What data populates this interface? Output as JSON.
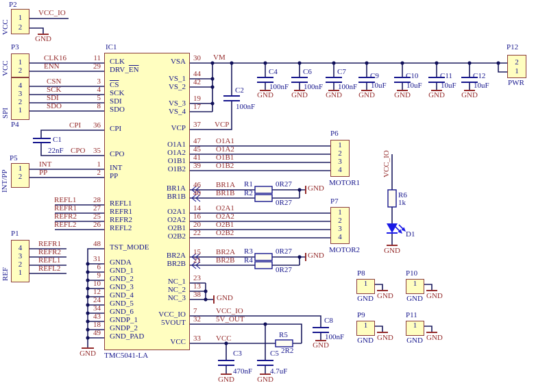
{
  "ic": {
    "designator": "IC1",
    "part": "TMC5041-LA",
    "left": [
      {
        "name": "CLK",
        "num": "11",
        "net": "CLK16"
      },
      {
        "name_pre": "DRV_",
        "name_bar": "EN",
        "num": "29",
        "net": "ENN"
      },
      {
        "name": "CS",
        "num": "3",
        "net": "CSN"
      },
      {
        "name": "SCK",
        "num": "4",
        "net": "SCK"
      },
      {
        "name": "SDI",
        "num": "5",
        "net": "SDI"
      },
      {
        "name": "SDO",
        "num": "8",
        "net": "SDO"
      },
      {
        "name": "CPI",
        "num": "36",
        "net": "CPI"
      },
      {
        "name": "CPO",
        "num": "35",
        "net": "CPO"
      },
      {
        "name": "INT",
        "num": "1",
        "net": "INT"
      },
      {
        "name": "PP",
        "num": "2",
        "net": "PP"
      },
      {
        "name": "REFL1",
        "num": "28",
        "net": "REFL1"
      },
      {
        "name": "REFR1",
        "num": "27",
        "net": "REFR1"
      },
      {
        "name": "REFR2",
        "num": "25",
        "net": "REFR2"
      },
      {
        "name": "REFL2",
        "num": "26",
        "net": "REFL2"
      },
      {
        "name": "TST_MODE",
        "num": "48"
      },
      {
        "name": "GNDA",
        "num": "31"
      },
      {
        "name": "GND_1",
        "num": "6"
      },
      {
        "name": "GND_2",
        "num": "9"
      },
      {
        "name": "GND_3",
        "num": "10"
      },
      {
        "name": "GND_4",
        "num": "12"
      },
      {
        "name": "GND_5",
        "num": "24"
      },
      {
        "name": "GND_6",
        "num": "34"
      },
      {
        "name": "GNDP_1",
        "num": "43"
      },
      {
        "name": "GNDP_2",
        "num": "18"
      },
      {
        "name": "GND_PAD",
        "num": "49"
      }
    ],
    "right": [
      {
        "name": "VSA",
        "num": "30",
        "net": "VM"
      },
      {
        "name": "VS_1",
        "num": "44"
      },
      {
        "name": "VS_2",
        "num": "42"
      },
      {
        "name": "VS_3",
        "num": "19"
      },
      {
        "name": "VS_4",
        "num": "17"
      },
      {
        "name": "VCP",
        "num": "37",
        "net": "VCP"
      },
      {
        "name": "O1A1",
        "num": "47",
        "net": "O1A1"
      },
      {
        "name": "O1A2",
        "num": "45",
        "net": "O1A2"
      },
      {
        "name": "O1B1",
        "num": "41",
        "net": "O1B1"
      },
      {
        "name": "O1B2",
        "num": "39",
        "net": "O1B2"
      },
      {
        "name": "BR1A",
        "num": "46",
        "net": "BR1A"
      },
      {
        "name": "BR1B",
        "num": "40",
        "net": "BR1B"
      },
      {
        "name": "O2A1",
        "num": "14",
        "net": "O2A1"
      },
      {
        "name": "O2A2",
        "num": "16",
        "net": "O2A2"
      },
      {
        "name": "O2B1",
        "num": "20",
        "net": "O2B1"
      },
      {
        "name": "O2B2",
        "num": "22",
        "net": "O2B2"
      },
      {
        "name": "BR2A",
        "num": "15",
        "net": "BR2A"
      },
      {
        "name": "BR2B",
        "num": "21",
        "net": "BR2B"
      },
      {
        "name": "NC_1",
        "num": "23"
      },
      {
        "name": "NC_2",
        "num": "13"
      },
      {
        "name": "NC_3",
        "num": "38"
      },
      {
        "name": "VCC_IO",
        "num": "7",
        "net": "VCC_IO"
      },
      {
        "name": "5VOUT",
        "num": "32",
        "net": "5V_OUT"
      },
      {
        "name": "VCC",
        "num": "33",
        "net": "VCC"
      }
    ]
  },
  "connectors": {
    "p1": {
      "label": "P1",
      "group": "REF",
      "pins": [
        "4",
        "3",
        "2",
        "1"
      ],
      "nets": [
        "REFR1",
        "REFR2",
        "REFL1",
        "REFL2"
      ]
    },
    "p2": {
      "label": "P2",
      "group": "VCC",
      "pins": [
        "1",
        "2"
      ]
    },
    "p3": {
      "label": "P3",
      "group": "VCC",
      "pins": [
        "1",
        "2"
      ]
    },
    "p4": {
      "label": "P4",
      "group": "SPI",
      "pins": [
        "4",
        "3",
        "2",
        "1"
      ]
    },
    "p5": {
      "label": "P5",
      "group": "INT/PP",
      "pins": [
        "1",
        "2"
      ]
    },
    "p6": {
      "label": "P6",
      "name": "MOTOR1",
      "pins": [
        "1",
        "2",
        "3",
        "4"
      ]
    },
    "p7": {
      "label": "P7",
      "name": "MOTOR2",
      "pins": [
        "1",
        "2",
        "3",
        "4"
      ]
    },
    "p8": {
      "label": "P8",
      "pins": [
        "1"
      ]
    },
    "p9": {
      "label": "P9",
      "pins": [
        "1"
      ]
    },
    "p10": {
      "label": "P10",
      "pins": [
        "1"
      ]
    },
    "p11": {
      "label": "P11",
      "pins": [
        "1"
      ]
    },
    "p12": {
      "label": "P12",
      "name": "PWR",
      "pins": [
        "2",
        "1"
      ]
    }
  },
  "components": {
    "c1": {
      "ref": "C1",
      "value": "22nF"
    },
    "c2": {
      "ref": "C2",
      "value": "100nF"
    },
    "c3": {
      "ref": "C3",
      "value": "470nF"
    },
    "c4": {
      "ref": "C4",
      "value": "100nF"
    },
    "c5": {
      "ref": "C5",
      "value": "4.7uF"
    },
    "c6": {
      "ref": "C6",
      "value": "100nF"
    },
    "c7": {
      "ref": "C7",
      "value": "100nF"
    },
    "c8": {
      "ref": "C8",
      "value": "100nF"
    },
    "c9": {
      "ref": "C9",
      "value": "10uF"
    },
    "c10": {
      "ref": "C10",
      "value": "10uF"
    },
    "c11": {
      "ref": "C11",
      "value": "10uF"
    },
    "c12": {
      "ref": "C12",
      "value": "10uF"
    },
    "r1": {
      "ref": "R1",
      "value": "0R27"
    },
    "r2": {
      "ref": "R2",
      "value": "0R27"
    },
    "r3": {
      "ref": "R3",
      "value": "0R27"
    },
    "r4": {
      "ref": "R4",
      "value": "0R27"
    },
    "r5": {
      "ref": "R5",
      "value": "2R2"
    },
    "r6": {
      "ref": "R6",
      "value": "1k"
    },
    "d1": {
      "ref": "D1"
    }
  },
  "nets": {
    "gnd": "GND",
    "vcc_io": "VCC_IO",
    "vm": "VM",
    "vcp": "VCP",
    "v5_out": "5V_OUT",
    "vcc": "VCC"
  },
  "colors": {
    "wire": "#1b1b5e",
    "net_text": "#942a2a",
    "part_text": "#14148c",
    "part_fill": "#fffec0",
    "part_border": "#8a3b3b",
    "led": "#1a1ae6",
    "background": "#ffffff"
  }
}
